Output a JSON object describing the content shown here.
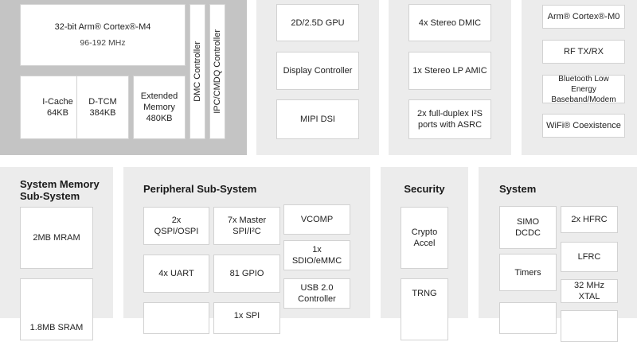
{
  "cpu": {
    "core": "32-bit Arm® Cortex®-M4",
    "freq": "96-192 MHz",
    "icache": "I-Cache 64KB",
    "dtcm": "D-TCM 384KB",
    "ext_mem": "Extended Memory 480KB",
    "dmc": "DMC Controller",
    "ipc": "IPC/CMDQ Controller"
  },
  "graphics": {
    "gpu": "2D/2.5D GPU",
    "display": "Display Controller",
    "dsi": "MIPI DSI"
  },
  "audio": {
    "dmic": "4x Stereo DMIC",
    "amic": "1x Stereo LP AMIC",
    "i2s": "2x full-duplex I²S ports with ASRC"
  },
  "radio": {
    "m0": "Arm® Cortex®-M0",
    "rf": "RF TX/RX",
    "ble": "Bluetooth Low Energy Baseband/Modem",
    "wifi": "WiFi® Coexistence"
  },
  "memory": {
    "title": "System Memory Sub-System",
    "mram": "2MB MRAM",
    "sram": "1.8MB SRAM"
  },
  "peripheral": {
    "title": "Peripheral Sub-System",
    "qspi": "2x QSPI/OSPI",
    "spi_i2c": "7x Master SPI/I²C",
    "vcomp": "VCOMP",
    "uart": "4x UART",
    "gpio": "81 GPIO",
    "sdio": "1x SDIO/eMMC",
    "usb": "USB 2.0 Controller",
    "spi_partial": "1x SPI"
  },
  "security": {
    "title": "Security",
    "crypto": "Crypto Accel",
    "trng": "TRNG"
  },
  "system": {
    "title": "System",
    "simo": "SIMO DCDC",
    "hfrc": "2x HFRC",
    "lfrc": "LFRC",
    "timers": "Timers",
    "xtal": "32 MHz XTAL"
  }
}
